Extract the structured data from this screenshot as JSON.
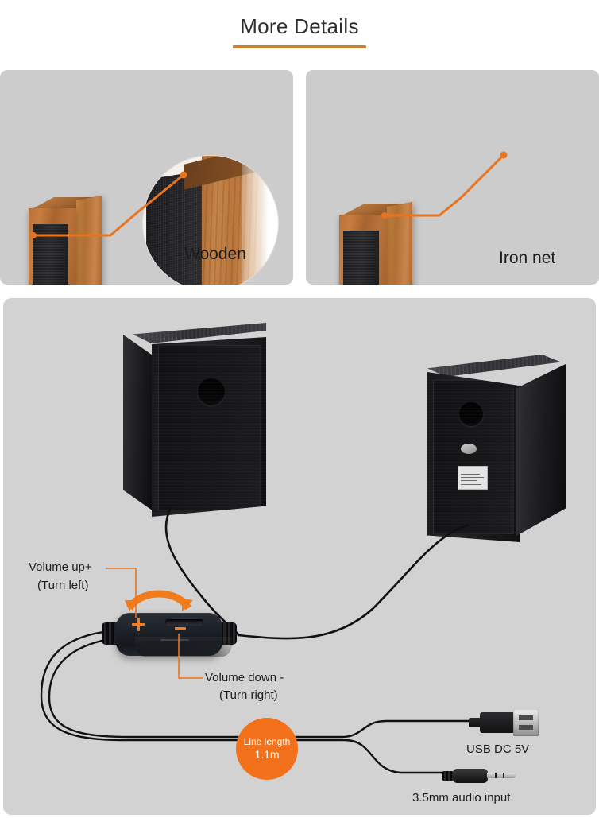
{
  "header": {
    "title": "More Details",
    "accent_color": "#cd8030"
  },
  "theme": {
    "page_background": "#ffffff",
    "panel_background": "#cccccc",
    "main_panel_background": "#d2d2d2",
    "accent_orange": "#e8741e",
    "badge_orange": "#f4711b",
    "text_color": "#1c1c1c"
  },
  "feature_panels": [
    {
      "id": "wooden",
      "caption": "Wooden",
      "callout_icon": "magnifier-circle",
      "leader_icon": "leader-line-icon"
    },
    {
      "id": "iron-net",
      "caption": "Iron net",
      "callout_icon": "magnifier-circle",
      "leader_icon": "leader-line-icon"
    }
  ],
  "diagram": {
    "speakers": [
      {
        "id": "left-speaker",
        "view": "rear",
        "features": [
          "bass-port"
        ]
      },
      {
        "id": "right-speaker",
        "view": "rear",
        "features": [
          "bass-port",
          "oval-sticker",
          "spec-label"
        ]
      }
    ],
    "controller": {
      "rotary_icon": "rotate-arc-icon",
      "volume_up": {
        "label": "Volume up+",
        "hint": "(Turn left)",
        "marker_icon": "plus-icon"
      },
      "volume_down": {
        "label": "Volume down -",
        "hint": "(Turn right)",
        "marker_icon": "minus-icon"
      }
    },
    "line_length_badge": {
      "label": "Line length",
      "value": "1.1m"
    },
    "connectors": [
      {
        "id": "usb",
        "label": "USB DC 5V",
        "icon": "usb-plug-icon"
      },
      {
        "id": "aux",
        "label": "3.5mm audio input",
        "icon": "audio-jack-icon"
      }
    ]
  }
}
